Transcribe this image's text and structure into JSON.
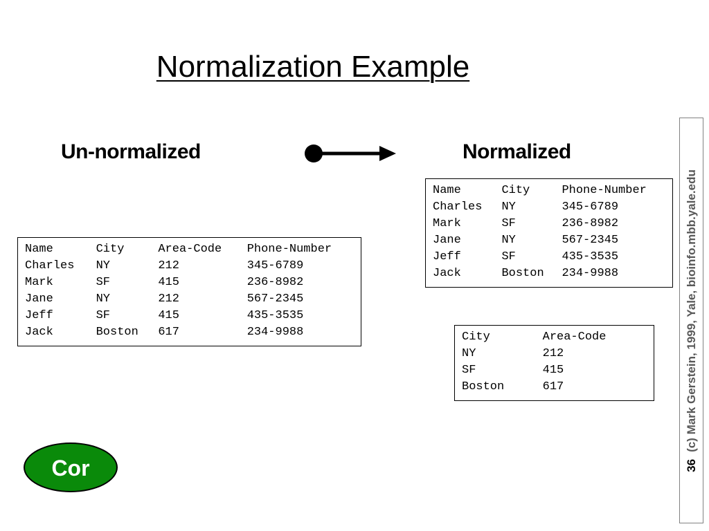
{
  "title": "Normalization Example",
  "headings": {
    "left": "Un-normalized",
    "right": "Normalized"
  },
  "unnormalized_table": {
    "header": [
      "Name",
      "City",
      "Area-Code",
      "Phone-Number"
    ],
    "rows": [
      [
        "Charles",
        "NY",
        "212",
        "345-6789"
      ],
      [
        "Mark",
        "SF",
        "415",
        "236-8982"
      ],
      [
        "Jane",
        "NY",
        "212",
        "567-2345"
      ],
      [
        "Jeff",
        "SF",
        "415",
        "435-3535"
      ],
      [
        "Jack",
        "Boston",
        "617",
        "234-9988"
      ]
    ]
  },
  "normalized_people_table": {
    "header": [
      "Name",
      "City",
      "Phone-Number"
    ],
    "rows": [
      [
        "Charles",
        "NY",
        "345-6789"
      ],
      [
        "Mark",
        "SF",
        "236-8982"
      ],
      [
        "Jane",
        "NY",
        "567-2345"
      ],
      [
        "Jeff",
        "SF",
        "435-3535"
      ],
      [
        "Jack",
        "Boston",
        "234-9988"
      ]
    ]
  },
  "normalized_areacode_table": {
    "header": [
      "City",
      "Area-Code"
    ],
    "rows": [
      [
        "NY",
        "212"
      ],
      [
        "SF",
        "415"
      ],
      [
        "Boston",
        "617"
      ]
    ]
  },
  "sidebar": {
    "slide_number": "36",
    "credit": "(c) Mark Gerstein, 1999, Yale, bioinfo.mbb.yale.edu"
  },
  "button": {
    "label": "Cor"
  },
  "icons": {
    "arrow": "arrow-right-icon"
  },
  "colors": {
    "button_fill": "#0a8a0a",
    "sidebar_text": "#595959"
  }
}
